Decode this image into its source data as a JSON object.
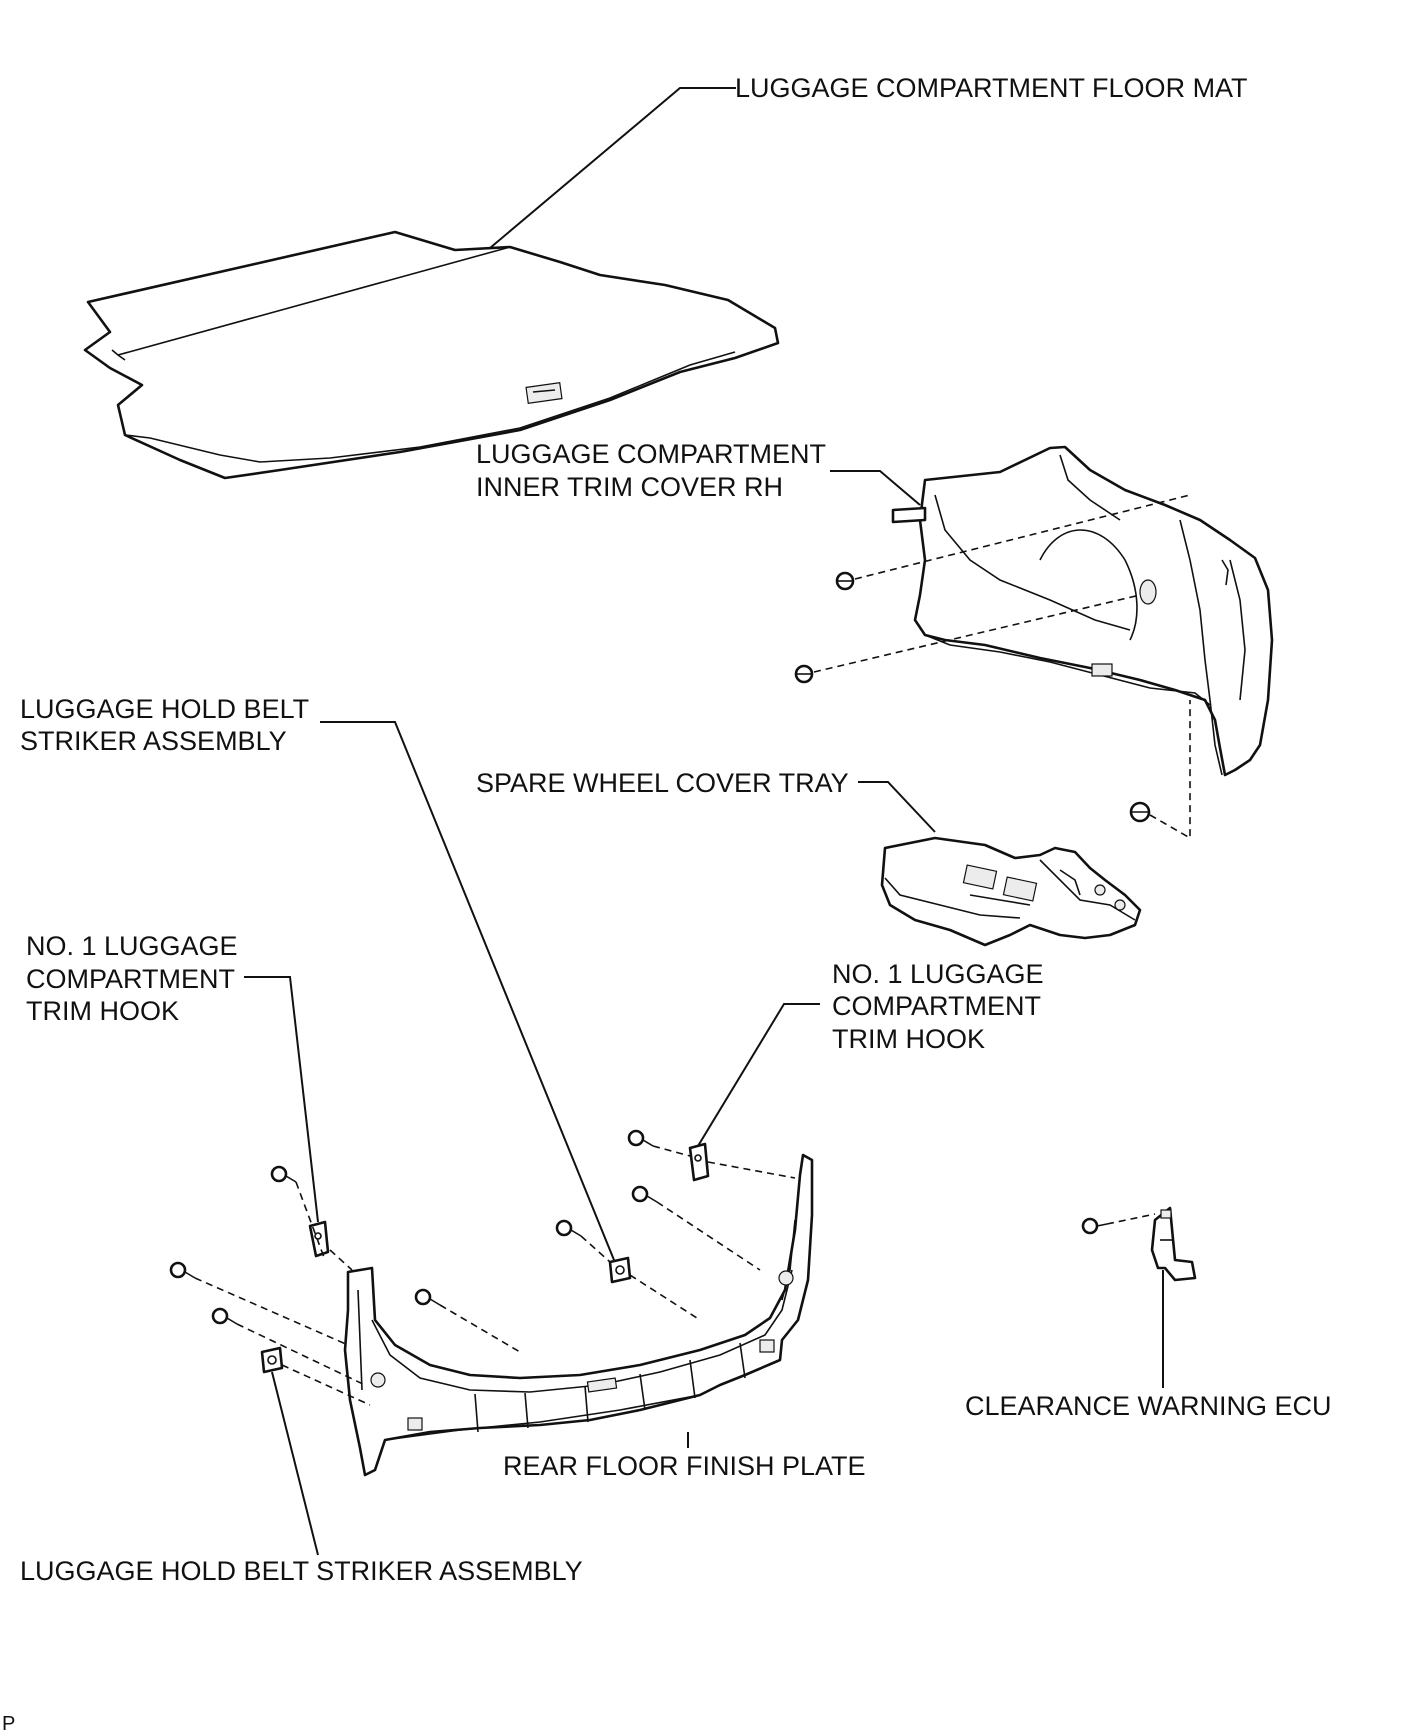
{
  "labels": {
    "floor_mat": "LUGGAGE COMPARTMENT FLOOR MAT",
    "inner_trim_cover_1": "LUGGAGE COMPARTMENT",
    "inner_trim_cover_2": "INNER TRIM COVER RH",
    "striker_top_1": "LUGGAGE HOLD BELT",
    "striker_top_2": "STRIKER ASSEMBLY",
    "spare_wheel_tray": "SPARE WHEEL COVER TRAY",
    "trim_hook_left_1": "NO. 1 LUGGAGE",
    "trim_hook_left_2": "COMPARTMENT",
    "trim_hook_left_3": "TRIM HOOK",
    "trim_hook_right_1": "NO. 1 LUGGAGE",
    "trim_hook_right_2": "COMPARTMENT",
    "trim_hook_right_3": "TRIM HOOK",
    "clearance_ecu": "CLEARANCE WARNING ECU",
    "rear_floor_plate": "REAR FLOOR FINISH PLATE",
    "striker_bottom": "LUGGAGE HOLD BELT STRIKER ASSEMBLY",
    "figure_code": "P"
  },
  "icons": [
    "clip-icon",
    "screw-icon",
    "trim-hook-icon",
    "striker-icon"
  ]
}
